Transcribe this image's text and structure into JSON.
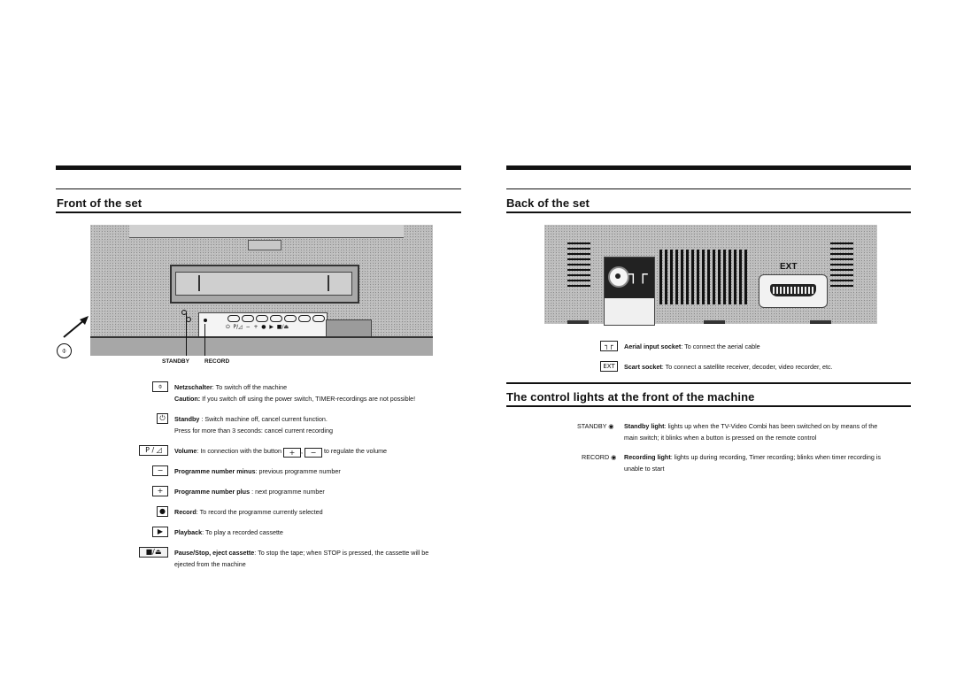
{
  "front": {
    "title": "Front of the set",
    "power_symbol": "⌽",
    "device": {
      "panel_buttons": "⏻  P/◿  −  +  ●  ▶  ■/⏏",
      "standby_label": "STANDBY",
      "record_label": "RECORD"
    },
    "items": [
      {
        "key": "⌽",
        "label": "Netzschalter",
        "text": ": To switch off the machine"
      },
      {
        "key": "",
        "label": "Caution:",
        "text": " If you switch off using the power switch, TIMER-recordings are not possible!"
      },
      {
        "key": "⏻",
        "label": "Standby",
        "text": " : Switch machine off, cancel current function."
      },
      {
        "key": "",
        "label": "",
        "text": "Press for more than 3 seconds: cancel current recording"
      },
      {
        "key": "P / ◿",
        "label": "Volume",
        "text_before": ": In connection with the button",
        "btn1": "+",
        "sep": ",",
        "btn2": "−",
        "text_after": "to regulate the volume"
      },
      {
        "key": "−",
        "label": "Programme number minus",
        "text": ": previous programme number"
      },
      {
        "key": "+",
        "label": "Programme number plus",
        "text": " : next programme number"
      },
      {
        "key": "●",
        "label": "Record",
        "text": ": To record the programme currently selected"
      },
      {
        "key": "▶",
        "label": "Playback",
        "text": ": To play a recorded cassette"
      },
      {
        "key": "■/⏏",
        "label": "Pause/Stop, eject cassette",
        "text": ": To stop the tape; when STOP is pressed, the cassette will be"
      },
      {
        "key": "",
        "label": "",
        "text": "ejected from the machine"
      }
    ]
  },
  "back": {
    "title": "Back of the set",
    "ext_label": "EXT",
    "aerial_glyph": "┐┌",
    "items": [
      {
        "key": "┐┌",
        "label": "Aerial input socket",
        "text": ": To connect the aerial cable"
      },
      {
        "key": "EXT",
        "label": "Scart socket",
        "text": ": To connect a satellite receiver, decoder, video recorder, etc."
      }
    ]
  },
  "lights": {
    "title": "The control lights at the front of the machine",
    "items": [
      {
        "tag": "STANDBY ◉",
        "label": "Standby light",
        "text": ": lights up when the TV-Video Combi has been switched on by means of the",
        "text2": "main switch; it blinks when a button is pressed on the remote control"
      },
      {
        "tag": "RECORD ◉",
        "label": "Recording light",
        "text": ": lights up during recording, Timer recording; blinks when timer recording is",
        "text2": "unable to start"
      }
    ]
  }
}
